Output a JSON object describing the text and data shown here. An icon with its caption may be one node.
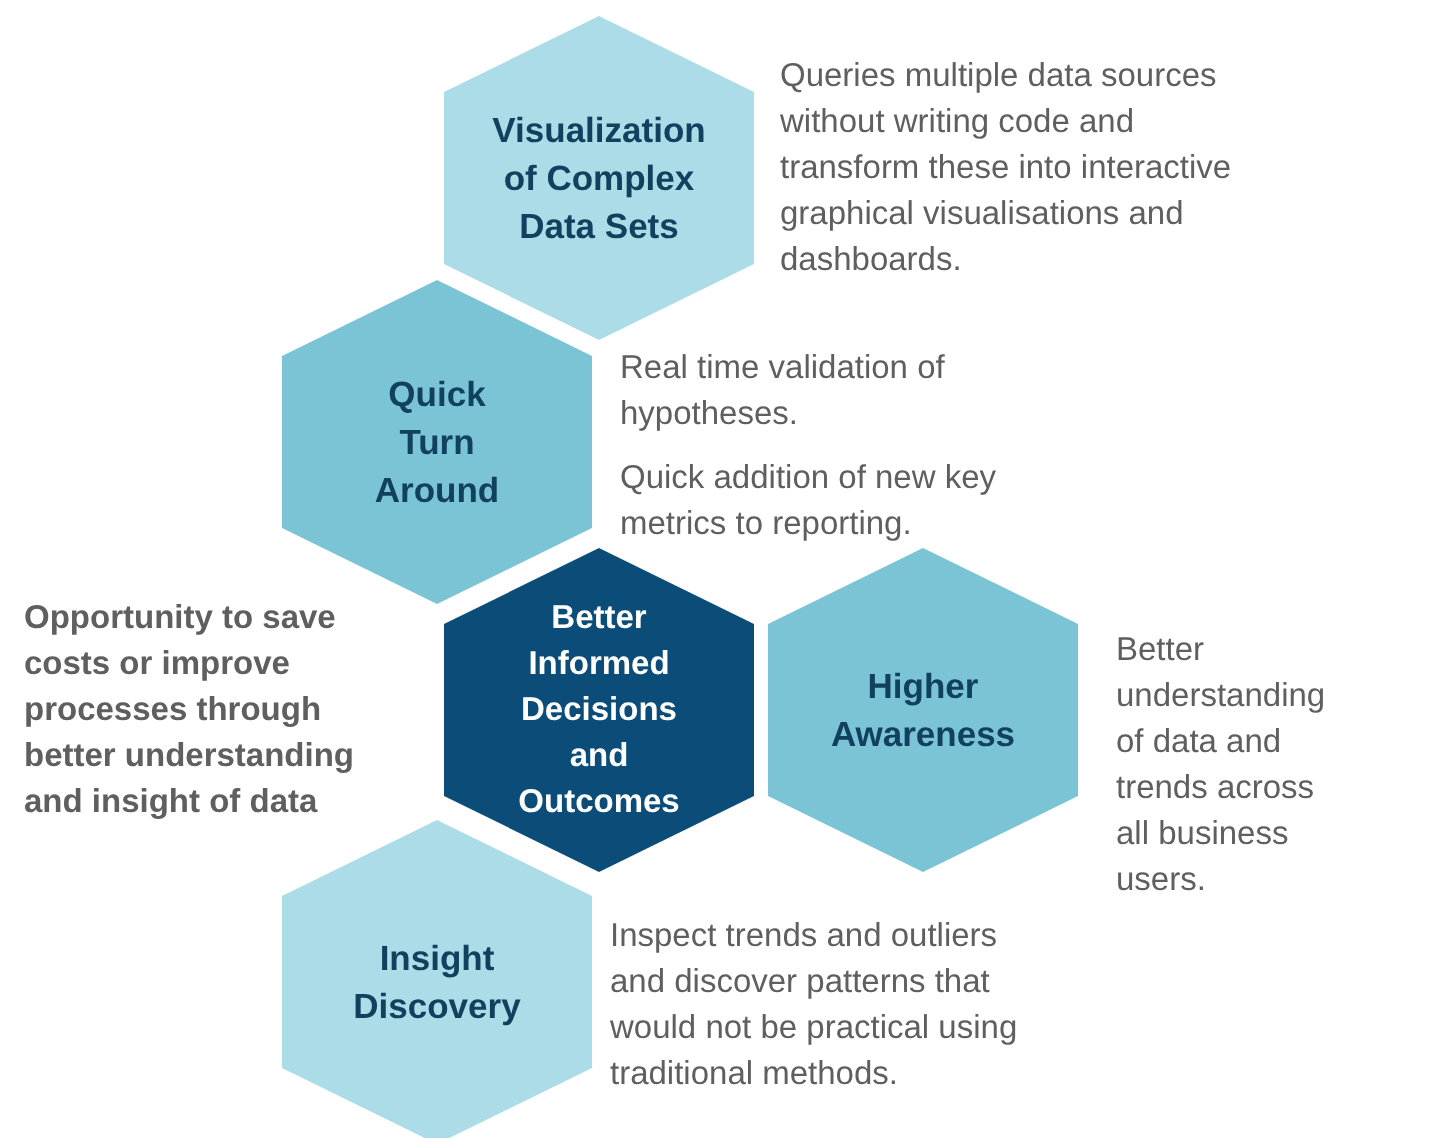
{
  "diagram": {
    "nodes": [
      {
        "text": [
          "Visualization of Complex Data Sets"
        ],
        "beside": [
          "Queries multiple data sources without writing code and transform these into interactive graphical visualisations and dashboards."
        ]
      },
      {
        "text": [
          "Quick Turn Around"
        ],
        "beside": [
          "Real time validation of hypotheses."
        ]
      },
      {
        "text": [
          "Better Informed Decisions and Outcomes"
        ]
      },
      {
        "text": [
          "Higher Awareness"
        ],
        "beside": [
          "Better understanding of data and trends across all business users."
        ]
      },
      {
        "text": [
          "Insight Discovery"
        ],
        "beside": [
          "Inspect trends and outliers and discover patterns that would not be practical using traditional methods."
        ]
      }
    ],
    "labels": [
      "Quick addition of new key metrics to reporting.",
      "Opportunity to save costs or improve processes through better understanding and insight of data"
    ]
  }
}
